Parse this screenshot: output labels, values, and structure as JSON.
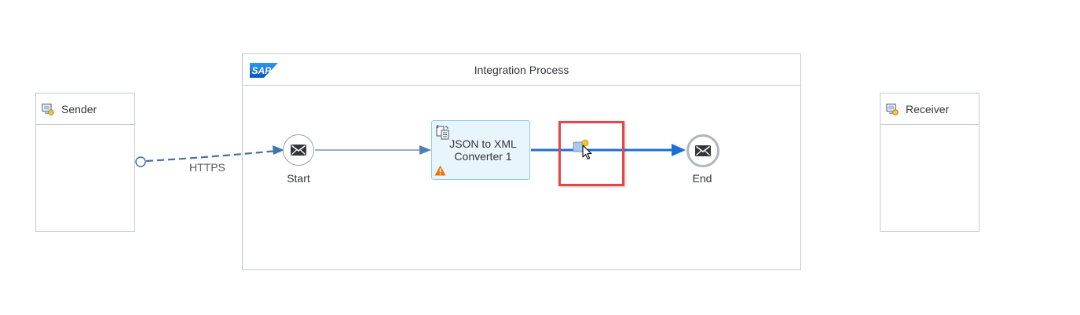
{
  "sender": {
    "label": "Sender",
    "icon": "participant-icon"
  },
  "receiver": {
    "label": "Receiver",
    "icon": "participant-icon"
  },
  "pool": {
    "title": "Integration Process",
    "logo_text": "SAP"
  },
  "start_event": {
    "label": "Start",
    "icon": "envelope-icon"
  },
  "end_event": {
    "label": "End",
    "icon": "envelope-icon"
  },
  "task": {
    "line1": "JSON to XML",
    "line2": "Converter 1",
    "icon": "converter-icon",
    "warning": "warning-icon"
  },
  "connection": {
    "label": "HTTPS"
  },
  "colors": {
    "accent": "#0a6ed1",
    "warning": "#e9730c",
    "highlight": "#e6464a",
    "sap_blue": "#1a75d2"
  }
}
